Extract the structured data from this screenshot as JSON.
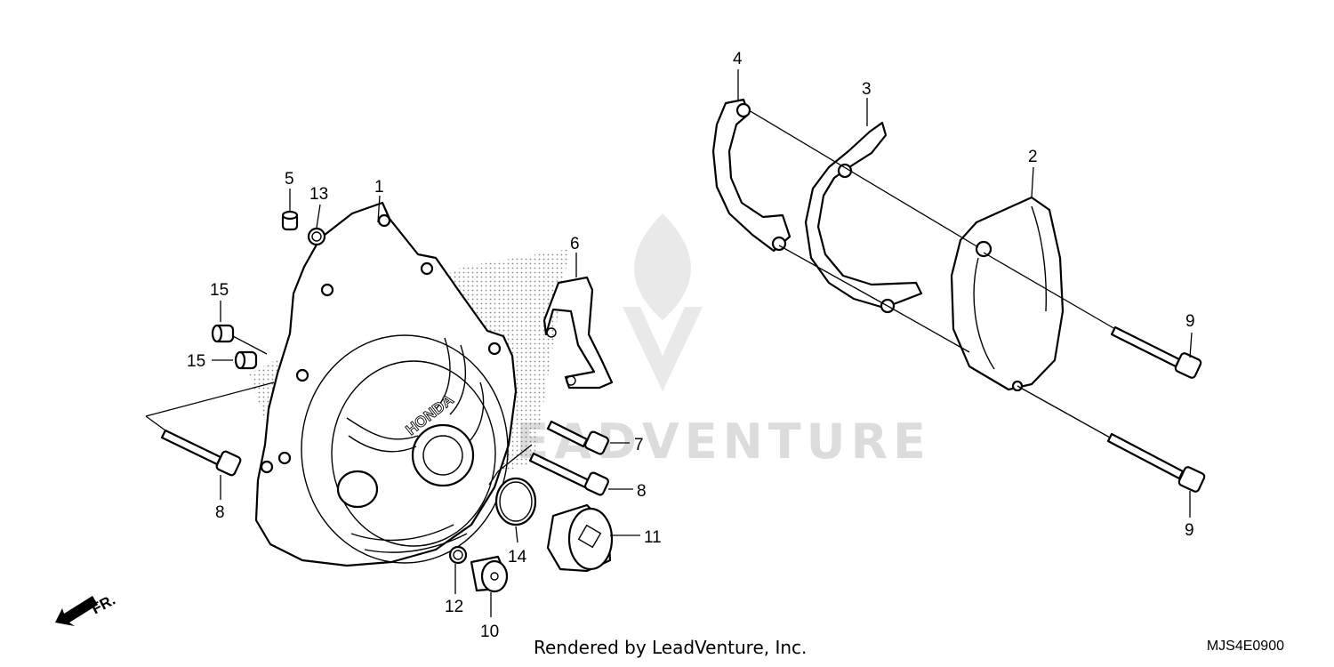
{
  "diagram": {
    "callouts": [
      {
        "id": "c1",
        "label": "1"
      },
      {
        "id": "c2",
        "label": "2"
      },
      {
        "id": "c3",
        "label": "3"
      },
      {
        "id": "c4",
        "label": "4"
      },
      {
        "id": "c5",
        "label": "5"
      },
      {
        "id": "c6",
        "label": "6"
      },
      {
        "id": "c7",
        "label": "7"
      },
      {
        "id": "c8a",
        "label": "8"
      },
      {
        "id": "c8b",
        "label": "8"
      },
      {
        "id": "c9a",
        "label": "9"
      },
      {
        "id": "c9b",
        "label": "9"
      },
      {
        "id": "c10",
        "label": "10"
      },
      {
        "id": "c11",
        "label": "11"
      },
      {
        "id": "c12",
        "label": "12"
      },
      {
        "id": "c13",
        "label": "13"
      },
      {
        "id": "c14",
        "label": "14"
      },
      {
        "id": "c15a",
        "label": "15"
      },
      {
        "id": "c15b",
        "label": "15"
      }
    ],
    "cover_brand": "HONDA",
    "front_indicator": "FR.",
    "watermark": "LEADVENTURE",
    "footer_credit": "Rendered by LeadVenture, Inc.",
    "diagram_code": "MJS4E0900"
  }
}
